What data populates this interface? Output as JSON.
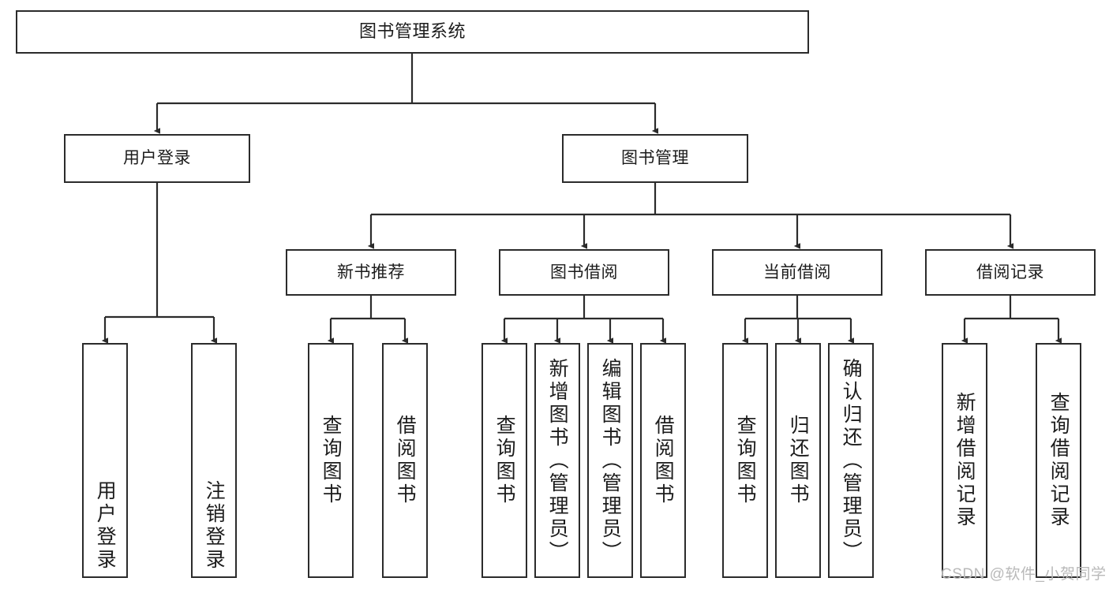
{
  "diagram": {
    "type": "tree-hierarchy",
    "title": "图书管理系统",
    "style": {
      "box_border_color": "#2b2b2b",
      "box_fill_color": "#ffffff",
      "line_color": "#2b2b2b",
      "background_color": "#ffffff",
      "text_color": "#1c1c1c"
    },
    "levels": {
      "level0": [
        "图书管理系统"
      ],
      "level1": [
        "用户登录",
        "图书管理"
      ],
      "level2": [
        "新书推荐",
        "图书借阅",
        "当前借阅",
        "借阅记录"
      ],
      "level3": [
        "用户登录",
        "注销登录",
        "查询图书",
        "借阅图书",
        "查询图书",
        "新增图书（管理员）",
        "编辑图书（管理员）",
        "借阅图书",
        "查询图书",
        "归还图书",
        "确认归还（管理员）",
        "新增借阅记录",
        "查询借阅记录"
      ]
    },
    "nodes": {
      "root": {
        "label": "图书管理系统"
      },
      "user_login": {
        "label": "用户登录"
      },
      "book_manage": {
        "label": "图书管理"
      },
      "new_book_rec": {
        "label": "新书推荐"
      },
      "book_borrow": {
        "label": "图书借阅"
      },
      "current_borrow": {
        "label": "当前借阅"
      },
      "borrow_record": {
        "label": "借阅记录"
      },
      "leaf_user_login": {
        "label": "用户登录"
      },
      "leaf_user_logout": {
        "label": "注销登录"
      },
      "leaf_rec_query": {
        "label": "查询图书"
      },
      "leaf_rec_borrow": {
        "label": "借阅图书"
      },
      "leaf_borrow_query": {
        "label": "查询图书"
      },
      "leaf_borrow_add": {
        "label": "新增图书（管理员）"
      },
      "leaf_borrow_edit": {
        "label": "编辑图书（管理员）"
      },
      "leaf_borrow_lend": {
        "label": "借阅图书"
      },
      "leaf_current_query": {
        "label": "查询图书"
      },
      "leaf_current_return": {
        "label": "归还图书"
      },
      "leaf_current_confirm": {
        "label": "确认归还（管理员）"
      },
      "leaf_record_add": {
        "label": "新增借阅记录"
      },
      "leaf_record_query": {
        "label": "查询借阅记录"
      }
    },
    "watermark": "CSDN @软件_小贺同学"
  }
}
